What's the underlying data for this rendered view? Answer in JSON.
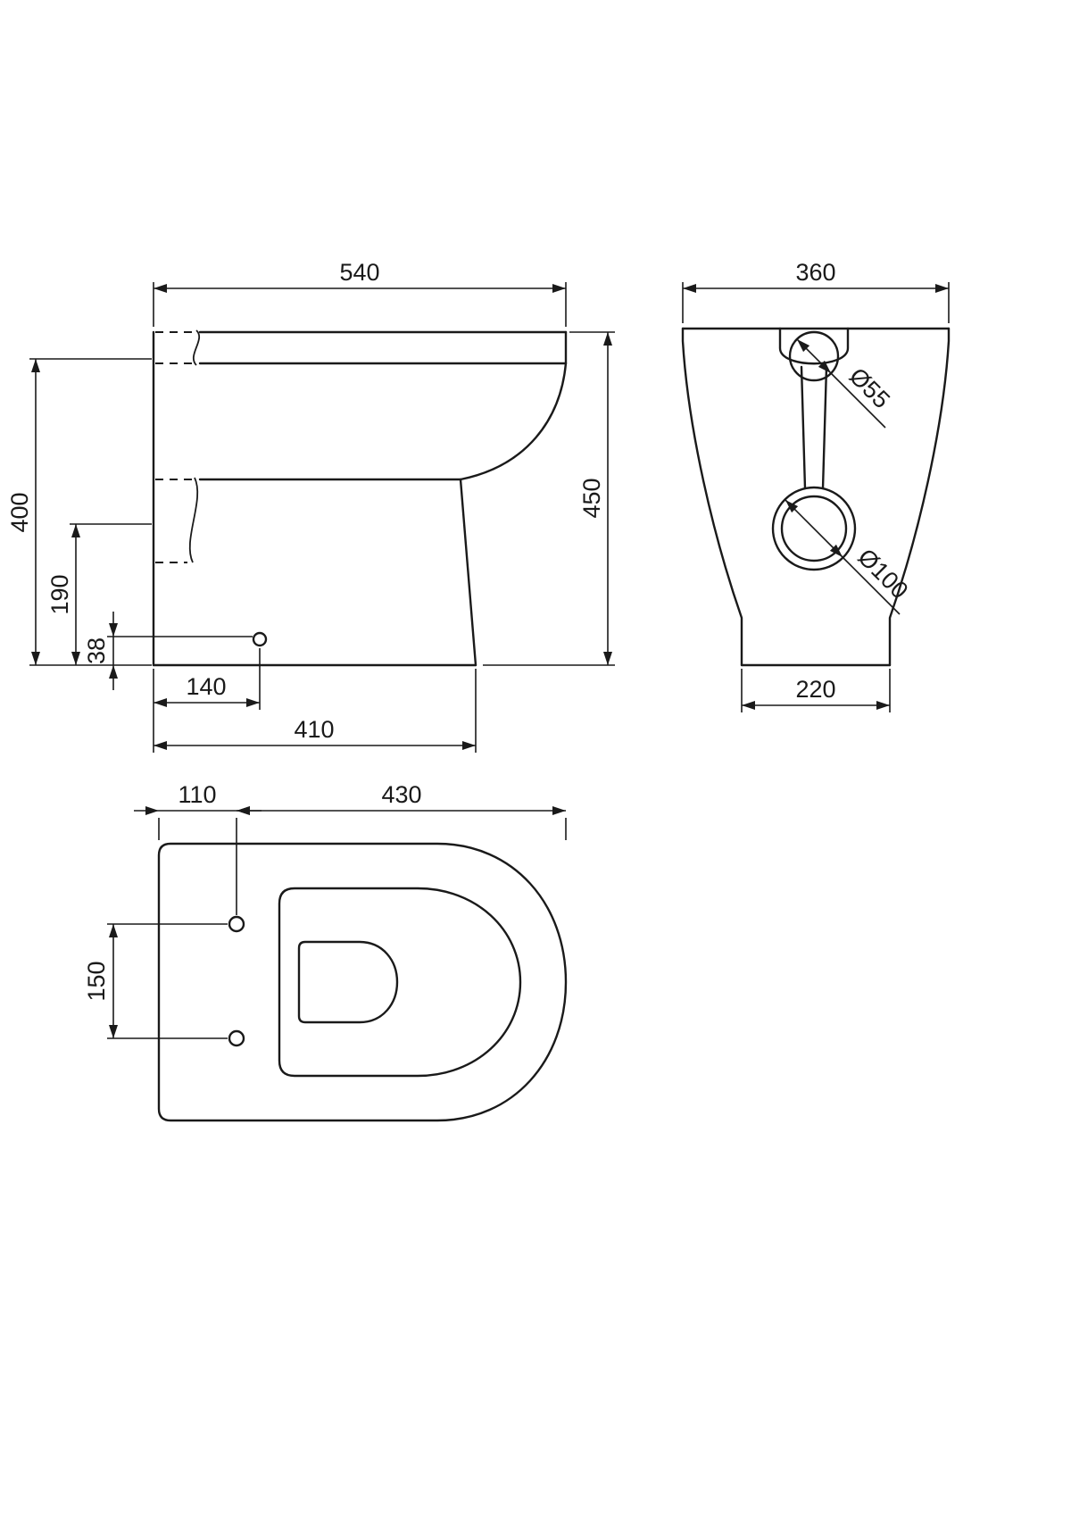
{
  "meta": {
    "drawing_type": "toilet pan technical dimension drawing",
    "line_color": "#1a1a1a",
    "background_color": "#ffffff"
  },
  "drawing": {
    "side_view": {
      "width_overall": "540",
      "height_overall": "450",
      "height_seat": "400",
      "height_outlet": "190",
      "height_fixing": "38",
      "depth_fixing": "140",
      "depth_base": "410"
    },
    "rear_view": {
      "width_overall": "360",
      "inlet_diameter": "Ø55",
      "outlet_diameter": "Ø100",
      "width_base": "220"
    },
    "plan_view": {
      "offset_rear": "110",
      "length_front": "430",
      "fixing_centres": "150"
    }
  }
}
